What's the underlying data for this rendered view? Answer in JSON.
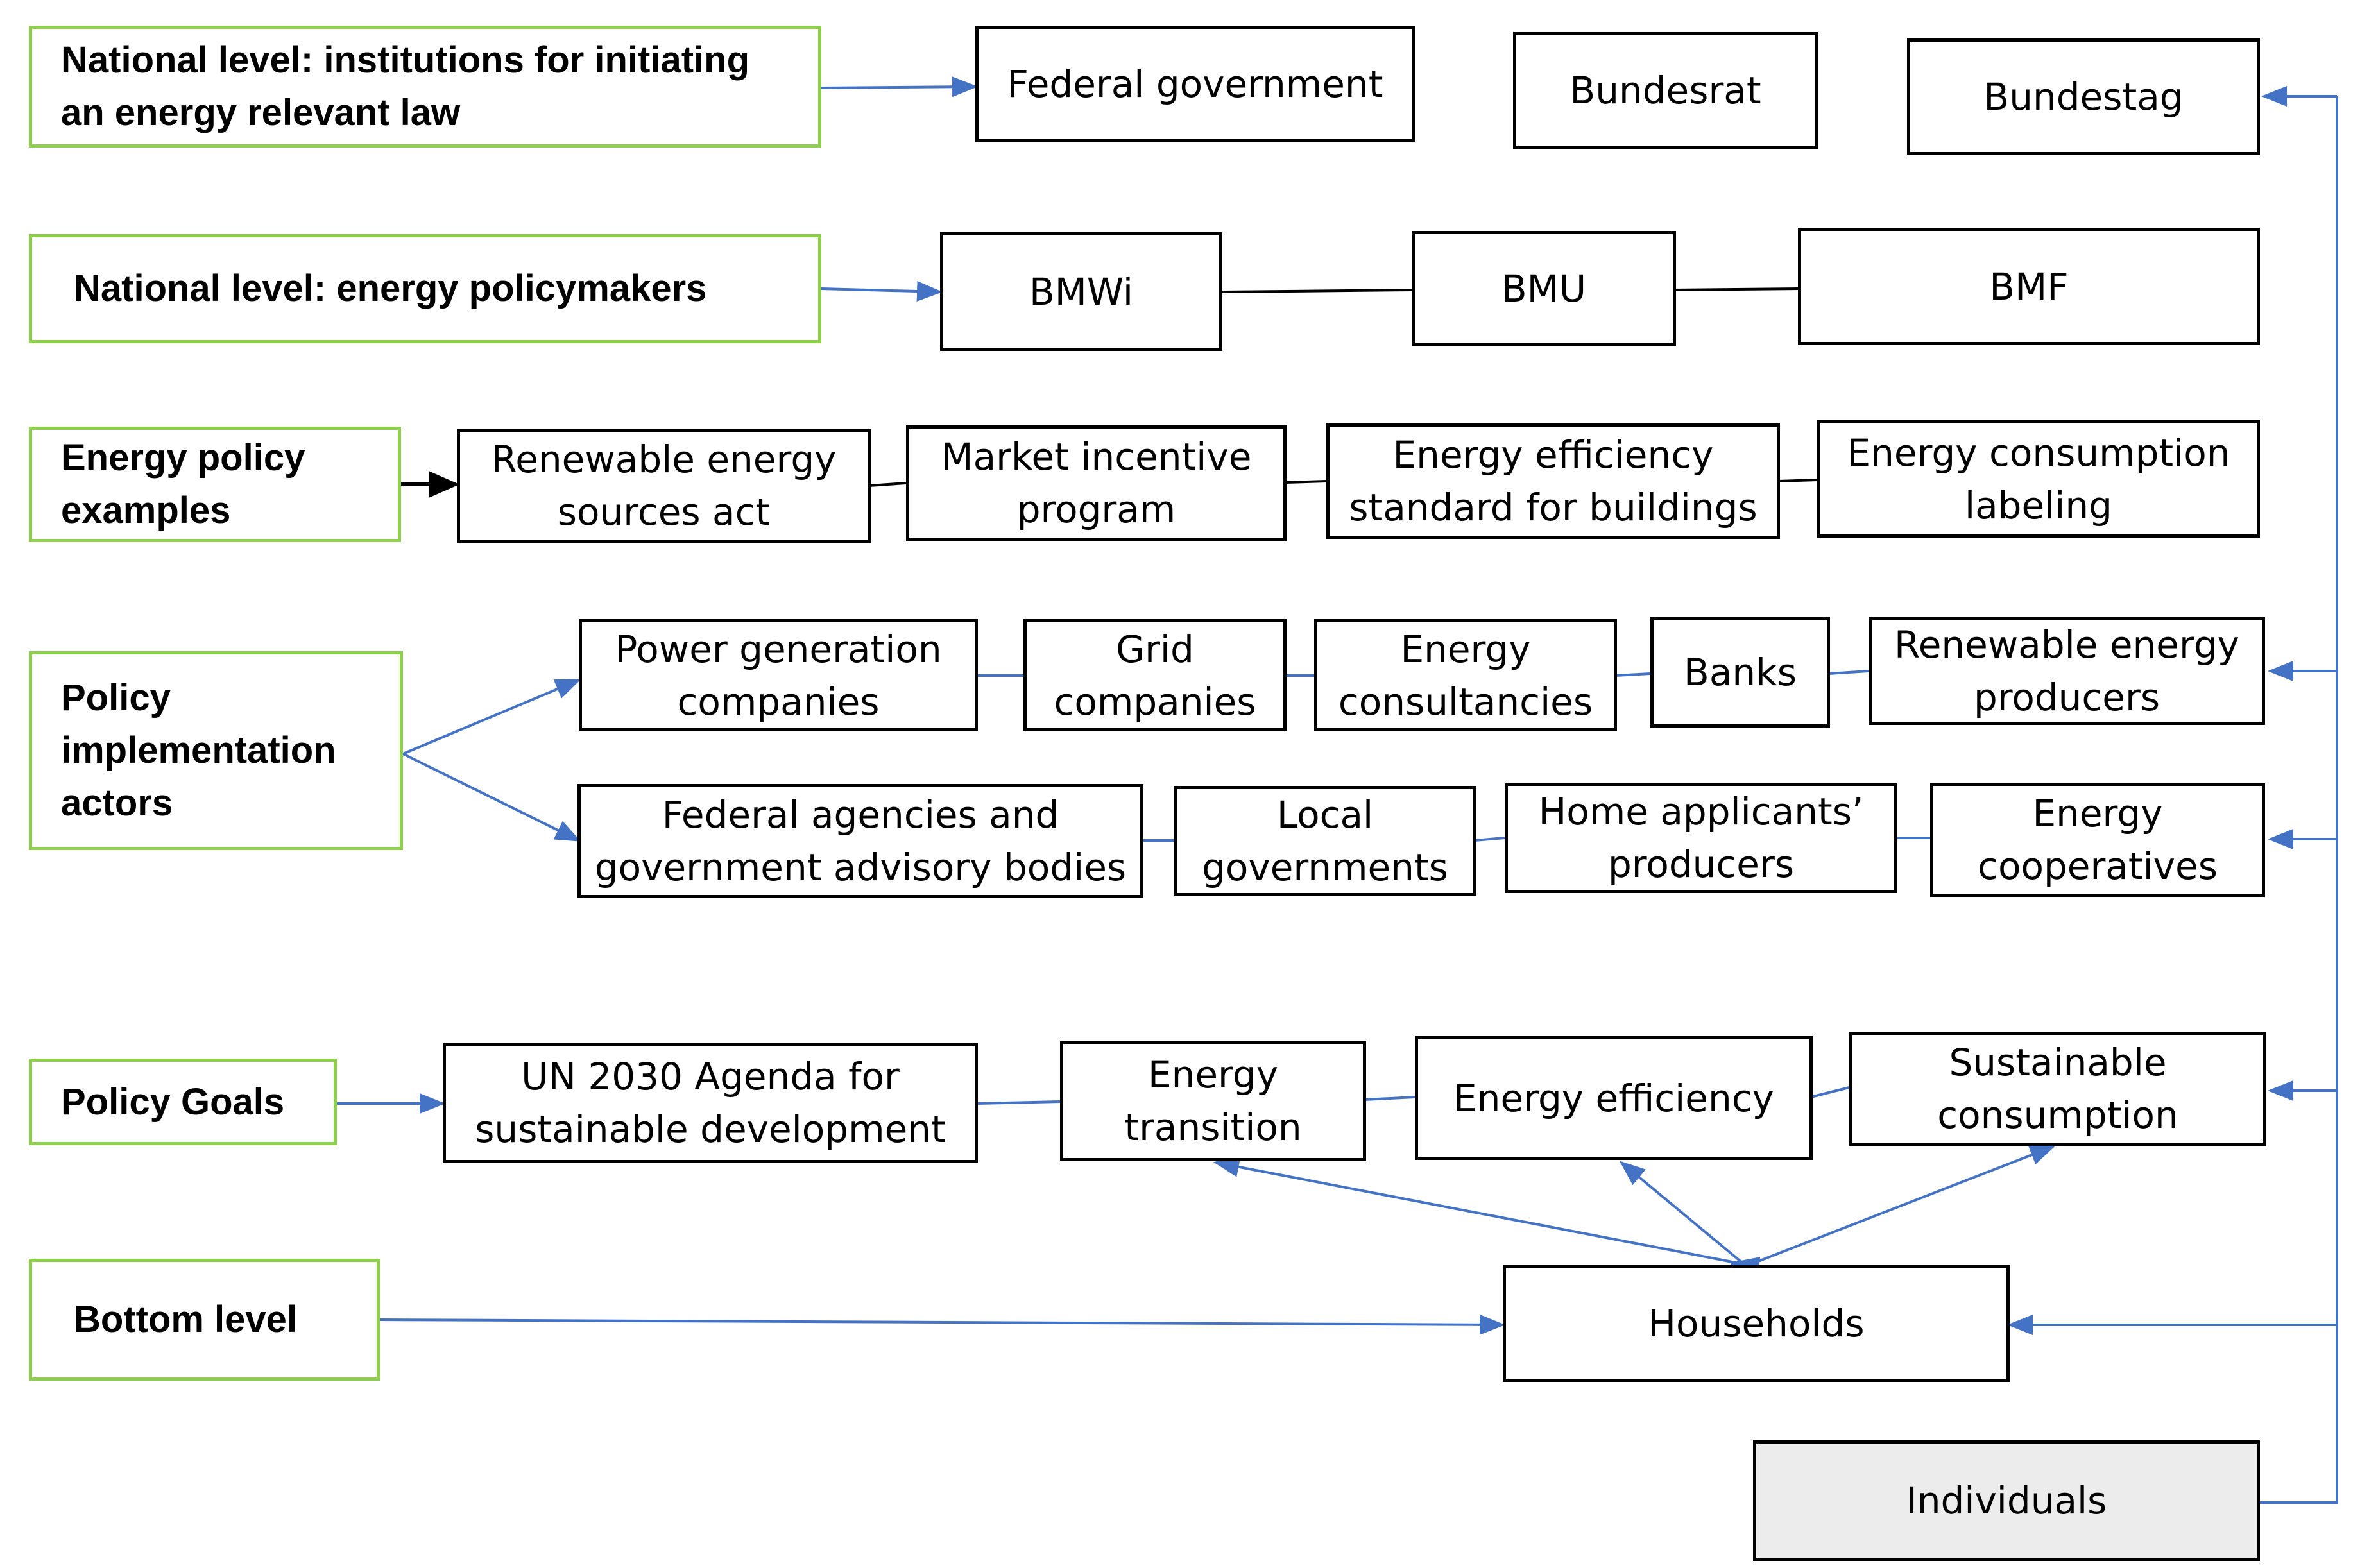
{
  "colors": {
    "level_border": "#8ed04d",
    "arrow": "#4472c4",
    "box_border": "#000000",
    "individuals_fill": "#ececec"
  },
  "levels": {
    "institutions": "National level: institutions  for initiating an energy relevant law",
    "policymakers": "National level: energy policymakers",
    "examples": "Energy policy examples",
    "actors": "Policy implementation actors",
    "goals": "Policy Goals",
    "bottom": "Bottom level"
  },
  "institutions": [
    "Federal government",
    "Bundesrat",
    "Bundestag"
  ],
  "policymakers": [
    "BMWi",
    "BMU",
    "BMF"
  ],
  "examples": [
    "Renewable energy sources act",
    "Market incentive program",
    "Energy efficiency standard for buildings",
    "Energy consumption labeling"
  ],
  "actors_row1": [
    "Power generation companies",
    "Grid companies",
    "Energy consultancies",
    "Banks",
    "Renewable energy producers"
  ],
  "actors_row2": [
    "Federal agencies and government advisory bodies",
    "Local governments",
    "Home applicants’ producers",
    "Energy cooperatives"
  ],
  "goals": [
    "UN 2030 Agenda for sustainable development",
    "Energy transition",
    "Energy efficiency",
    "Sustainable consumption"
  ],
  "households": "Households",
  "individuals": "Individuals"
}
